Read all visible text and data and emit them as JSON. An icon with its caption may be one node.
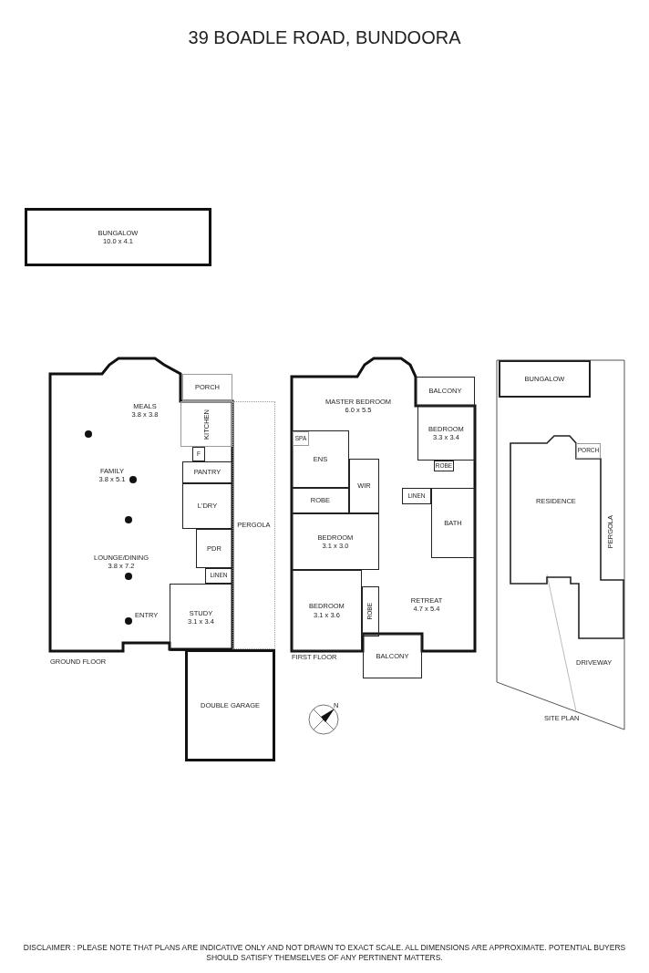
{
  "diagram": {
    "title": "39 BOADLE ROAD, BUNDOORA",
    "caption": "DISCLAIMER : PLEASE NOTE THAT PLANS ARE INDICATIVE ONLY AND NOT DRAWN TO EXACT SCALE. ALL DIMENSIONS ARE APPROXIMATE. POTENTIAL BUYERS SHOULD SATISFY THEMSELVES OF ANY PERTINENT MATTERS.",
    "nodes": [
      {
        "text": [
          "BUNGALOW",
          "10.0 x 4.1"
        ]
      },
      {
        "text": [
          "MEALS",
          "3.8 x 3.8"
        ]
      },
      {
        "text": [
          "PORCH"
        ]
      },
      {
        "text": [
          "KITCHEN"
        ]
      },
      {
        "text": [
          "F"
        ]
      },
      {
        "text": [
          "FAMILY",
          "3.8 x 5.1"
        ]
      },
      {
        "text": [
          "PANTRY"
        ]
      },
      {
        "text": [
          "L'DRY"
        ]
      },
      {
        "text": [
          "PERGOLA"
        ]
      },
      {
        "text": [
          "LOUNGE/DINING",
          "3.8 x 7.2"
        ]
      },
      {
        "text": [
          "PDR"
        ]
      },
      {
        "text": [
          "LINEN"
        ]
      },
      {
        "text": [
          "STUDY",
          "3.1 x 3.4"
        ]
      },
      {
        "text": [
          "DOUBLE GARAGE"
        ]
      },
      {
        "text": [
          "MASTER BEDROOM",
          "6.0 x 5.5"
        ]
      },
      {
        "text": [
          "BALCONY"
        ]
      },
      {
        "text": [
          "ENS"
        ]
      },
      {
        "text": [
          "SPA"
        ],
        "in": 16
      },
      {
        "text": [
          "BEDROOM",
          "3.3 x 3.4"
        ]
      },
      {
        "text": [
          "ROBE"
        ]
      },
      {
        "text": [
          "WIR"
        ]
      },
      {
        "text": [
          "LINEN"
        ]
      },
      {
        "text": [
          "ROBE"
        ]
      },
      {
        "text": [
          "BATH"
        ]
      },
      {
        "text": [
          "BEDROOM",
          "3.1 x 3.0"
        ]
      },
      {
        "text": [
          "BEDROOM",
          "3.1 x 3.6"
        ]
      },
      {
        "text": [
          "ROBE"
        ]
      },
      {
        "text": [
          "RETREAT",
          "4.7 x 5.4"
        ]
      },
      {
        "text": [
          "BALCONY"
        ]
      },
      {
        "text": [
          "BUNGALOW"
        ]
      },
      {
        "text": [
          "PORCH"
        ]
      },
      {
        "text": [
          "RESIDENCE"
        ]
      }
    ],
    "labels": [
      "ENTRY",
      "GROUND FLOOR",
      "FIRST FLOOR",
      "N",
      "PERGOLA",
      "DRIVEWAY",
      "SITE PLAN"
    ]
  }
}
